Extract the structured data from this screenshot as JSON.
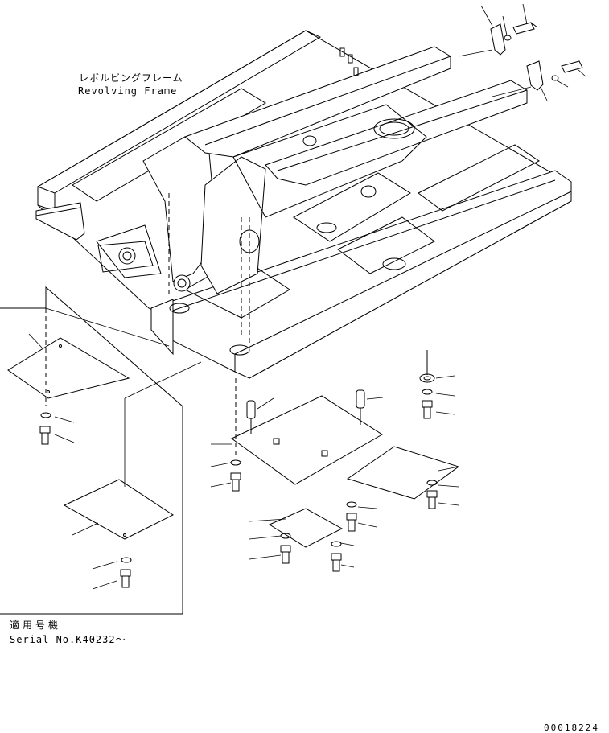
{
  "labels": {
    "frame_jp": "レボルビングフレーム",
    "frame_en": "Revolving Frame",
    "serial_jp": "適用号機",
    "serial_en": "Serial No.K40232～",
    "drawing_number": "00018224"
  },
  "colors": {
    "line": "#000000",
    "background": "#ffffff"
  }
}
